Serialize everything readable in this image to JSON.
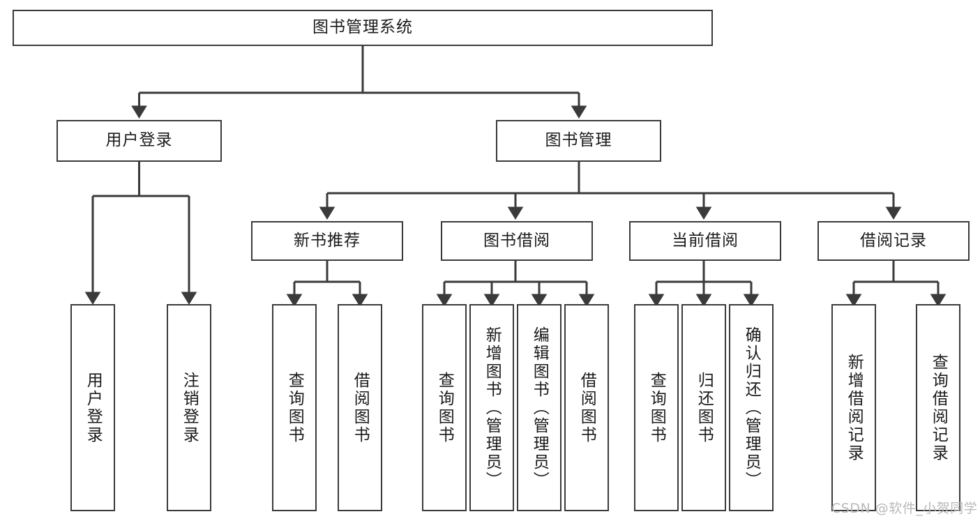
{
  "diagram": {
    "type": "tree-hierarchy-chart",
    "title": "图书管理系统",
    "line_color": "#3a3a3a",
    "box_fill": "#ffffff",
    "text_color": "#1a1a1a",
    "nodes": {
      "root": {
        "label": "图书管理系统"
      },
      "level2": [
        {
          "id": "user-login",
          "label": "用户登录"
        },
        {
          "id": "book-management",
          "label": "图书管理"
        }
      ],
      "level3": [
        {
          "id": "new-book-recommend",
          "label": "新书推荐"
        },
        {
          "id": "book-borrow",
          "label": "图书借阅"
        },
        {
          "id": "current-borrow",
          "label": "当前借阅"
        },
        {
          "id": "borrow-record",
          "label": "借阅记录"
        }
      ],
      "leaves": {
        "user_login": [
          {
            "id": "leaf-user-login",
            "label": "用户登录"
          },
          {
            "id": "leaf-logout-login",
            "label": "注销登录"
          }
        ],
        "new_book_recommend": [
          {
            "id": "leaf-query-book-1",
            "label": "查询图书"
          },
          {
            "id": "leaf-borrow-book-1",
            "label": "借阅图书"
          }
        ],
        "book_borrow": [
          {
            "id": "leaf-query-book-2",
            "label": "查询图书"
          },
          {
            "id": "leaf-add-book",
            "label": "新增图书（管理员）"
          },
          {
            "id": "leaf-edit-book",
            "label": "编辑图书（管理员）"
          },
          {
            "id": "leaf-borrow-book-2",
            "label": "借阅图书"
          }
        ],
        "current_borrow": [
          {
            "id": "leaf-query-book-3",
            "label": "查询图书"
          },
          {
            "id": "leaf-return-book",
            "label": "归还图书"
          },
          {
            "id": "leaf-confirm-return",
            "label": "确认归还（管理员）"
          }
        ],
        "borrow_record": [
          {
            "id": "leaf-add-record",
            "label": "新增借阅记录"
          },
          {
            "id": "leaf-query-record",
            "label": "查询借阅记录"
          }
        ]
      }
    }
  },
  "watermark": {
    "text": "CSDN @软件_小贺同学"
  }
}
